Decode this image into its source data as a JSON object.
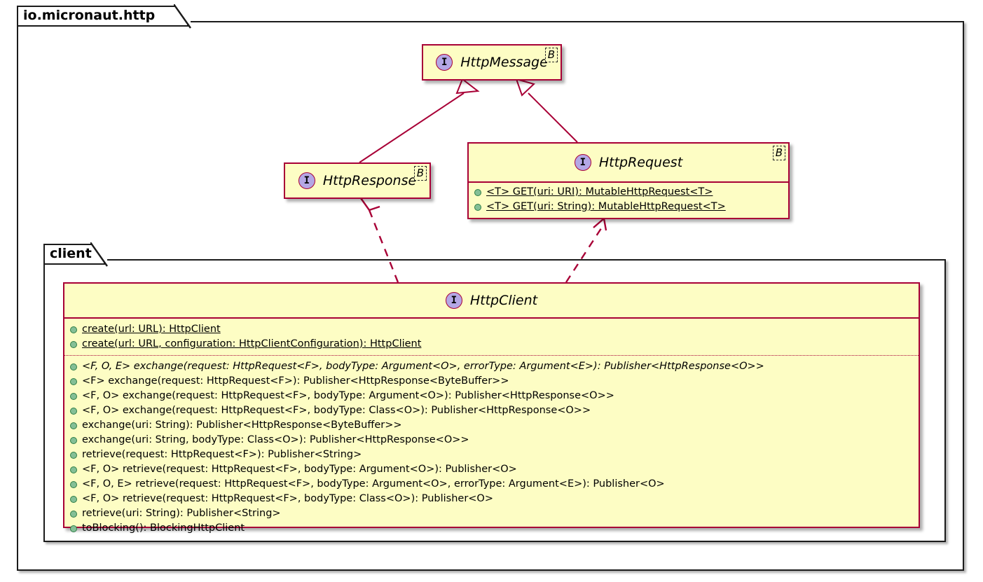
{
  "diagram": {
    "type": "uml-class-diagram",
    "accent_color": "#a80036",
    "class_fill": "#fdfdc4",
    "interface_icon_color": "#b4a7e5",
    "visibility_public_color": "#84bf96"
  },
  "packages": [
    {
      "id": "http",
      "label": "io.micronaut.http"
    },
    {
      "id": "client",
      "label": "client"
    }
  ],
  "classes": {
    "http_message": {
      "name": "HttpMessage",
      "stereotype_icon": "I",
      "generic": "B",
      "members": []
    },
    "http_response": {
      "name": "HttpResponse",
      "stereotype_icon": "I",
      "generic": "B",
      "members": []
    },
    "http_request": {
      "name": "HttpRequest",
      "stereotype_icon": "I",
      "generic": "B",
      "static_members": [
        "<T> GET(uri: URI): MutableHttpRequest<T>",
        "<T> GET(uri: String): MutableHttpRequest<T>"
      ]
    },
    "http_client": {
      "name": "HttpClient",
      "stereotype_icon": "I",
      "static_members": [
        "create(url: URL): HttpClient",
        "create(url: URL, configuration: HttpClientConfiguration): HttpClient"
      ],
      "members": [
        "<F, O, E> exchange(request: HttpRequest<F>, bodyType: Argument<O>, errorType: Argument<E>): Publisher<HttpResponse<O>>",
        "<F> exchange(request: HttpRequest<F>): Publisher<HttpResponse<ByteBuffer>>",
        "<F, O> exchange(request: HttpRequest<F>, bodyType: Argument<O>): Publisher<HttpResponse<O>>",
        "<F, O> exchange(request: HttpRequest<F>, bodyType: Class<O>): Publisher<HttpResponse<O>>",
        "exchange(uri: String): Publisher<HttpResponse<ByteBuffer>>",
        "exchange(uri: String, bodyType: Class<O>): Publisher<HttpResponse<O>>",
        "retrieve(request: HttpRequest<F>): Publisher<String>",
        "<F, O> retrieve(request: HttpRequest<F>, bodyType: Argument<O>): Publisher<O>",
        "<F, O, E> retrieve(request: HttpRequest<F>, bodyType: Argument<O>, errorType: Argument<E>): Publisher<O>",
        "<F, O> retrieve(request: HttpRequest<F>, bodyType: Class<O>): Publisher<O>",
        "retrieve(uri: String): Publisher<String>",
        "toBlocking(): BlockingHttpClient"
      ],
      "abstract_member_indices": [
        0
      ]
    }
  },
  "relations": [
    {
      "from": "HttpResponse",
      "to": "HttpMessage",
      "kind": "generalization"
    },
    {
      "from": "HttpRequest",
      "to": "HttpMessage",
      "kind": "generalization"
    },
    {
      "from": "HttpClient",
      "to": "HttpResponse",
      "kind": "dependency"
    },
    {
      "from": "HttpClient",
      "to": "HttpRequest",
      "kind": "dependency"
    }
  ]
}
